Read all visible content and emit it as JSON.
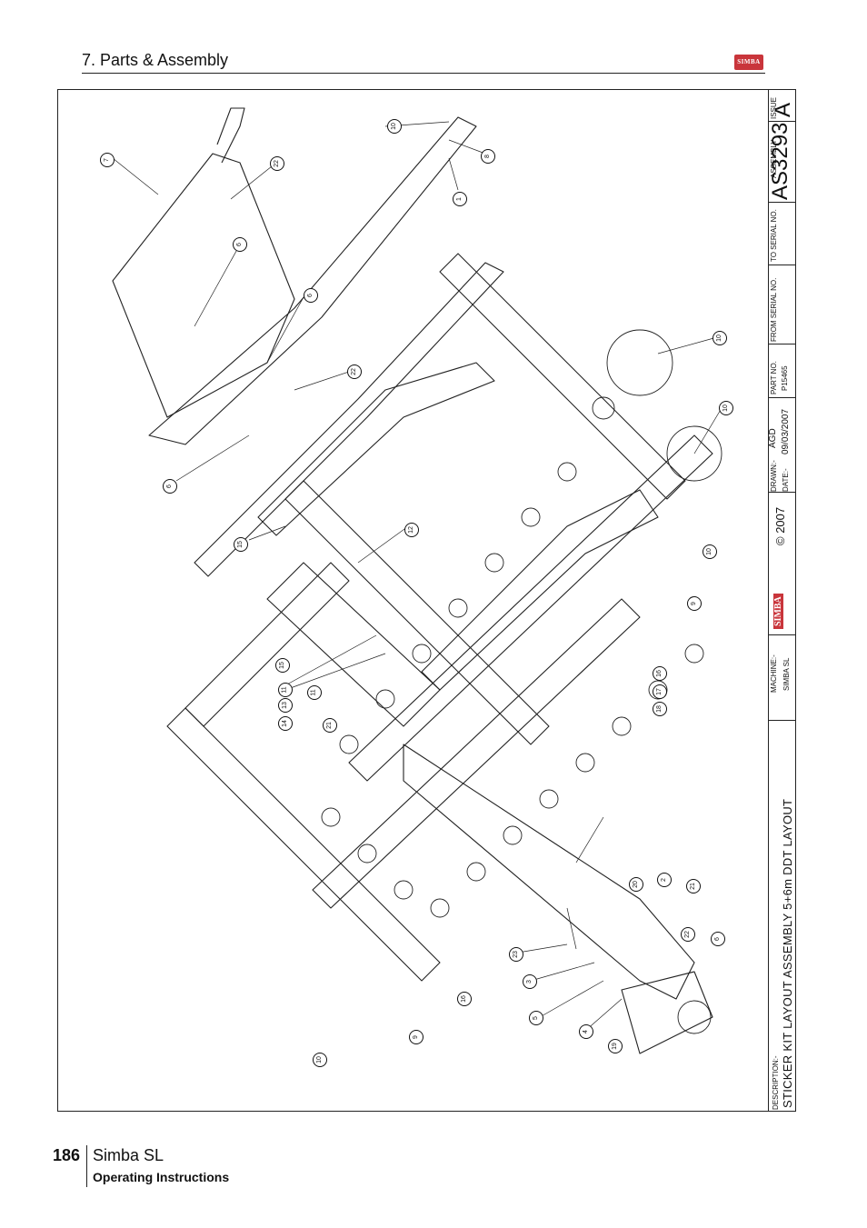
{
  "header": {
    "section_title": "7. Parts & Assembly",
    "logo_text": "SIMBA"
  },
  "title_block": {
    "description_label": "DESCRIPTION:-",
    "description": "STICKER KIT LAYOUT ASSEMBLY 5+6m DDT LAYOUT",
    "machine_label": "MACHINE:-",
    "machine": "SIMBA SL",
    "brand": "SIMBA",
    "copyright": "© 2007",
    "drawn_label": "DRAWN:-",
    "drawn": "AGD",
    "date_label": "DATE:-",
    "date": "09/03/2007",
    "part_no_label": "PART NO.",
    "part_no": "P15465",
    "from_serial_label": "FROM SERIAL NO.",
    "to_serial_label": "TO SERIAL NO.",
    "assembly_label": "ASSEMBLY",
    "assembly": "AS3293",
    "issue_label": "ISSUE",
    "issue": "A"
  },
  "balloons": [
    "10",
    "8",
    "1",
    "7",
    "22",
    "6",
    "6",
    "22",
    "10",
    "10",
    "6",
    "12",
    "15",
    "10",
    "9",
    "15",
    "11",
    "13",
    "14",
    "21",
    "16",
    "17",
    "18",
    "11",
    "20",
    "2",
    "21",
    "22",
    "6",
    "23",
    "3",
    "5",
    "4",
    "19",
    "16",
    "9",
    "10"
  ],
  "footer": {
    "page_number": "186",
    "manual_title": "Simba SL",
    "subtitle": "Operating Instructions"
  }
}
